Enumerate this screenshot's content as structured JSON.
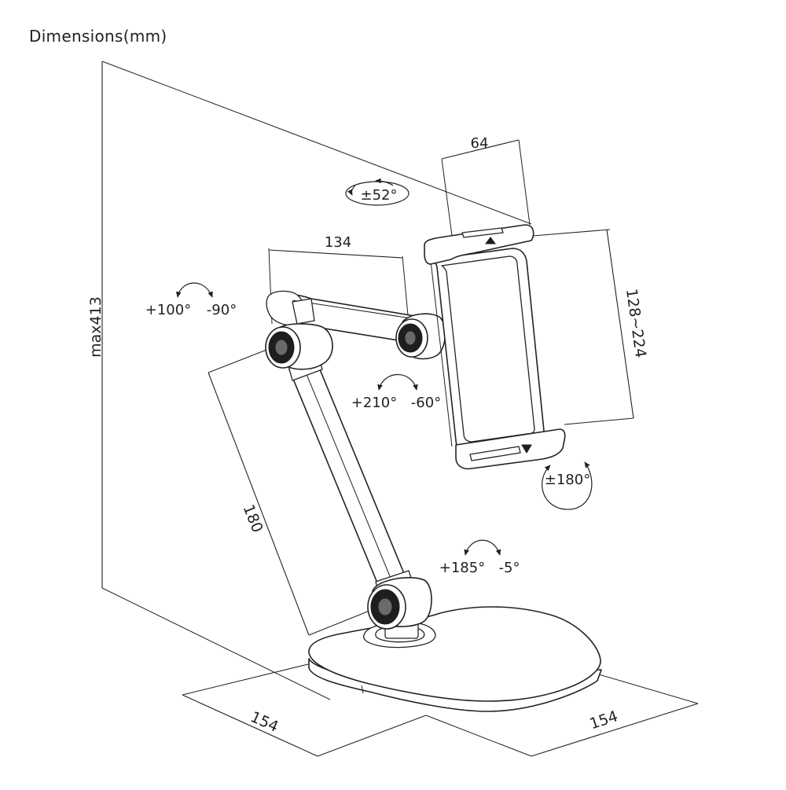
{
  "header": {
    "title": "Dimensions(mm)"
  },
  "dimensions": {
    "height": "max413",
    "clamp_width": "64",
    "arm_upper": "134",
    "arm_lower": "180",
    "clamp_range": "128~224",
    "base_depth": "154",
    "base_width": "154"
  },
  "rotations": {
    "tilt": "±52°",
    "upper_joint_pos": "+100°",
    "upper_joint_neg": "-90°",
    "mid_joint_pos": "+210°",
    "mid_joint_neg": "-60°",
    "holder_rotate": "±180°",
    "base_joint_pos": "+185°",
    "base_joint_neg": "-5°"
  },
  "colors": {
    "line": "#222222",
    "accent": "#1e1e1e",
    "background": "#ffffff"
  }
}
